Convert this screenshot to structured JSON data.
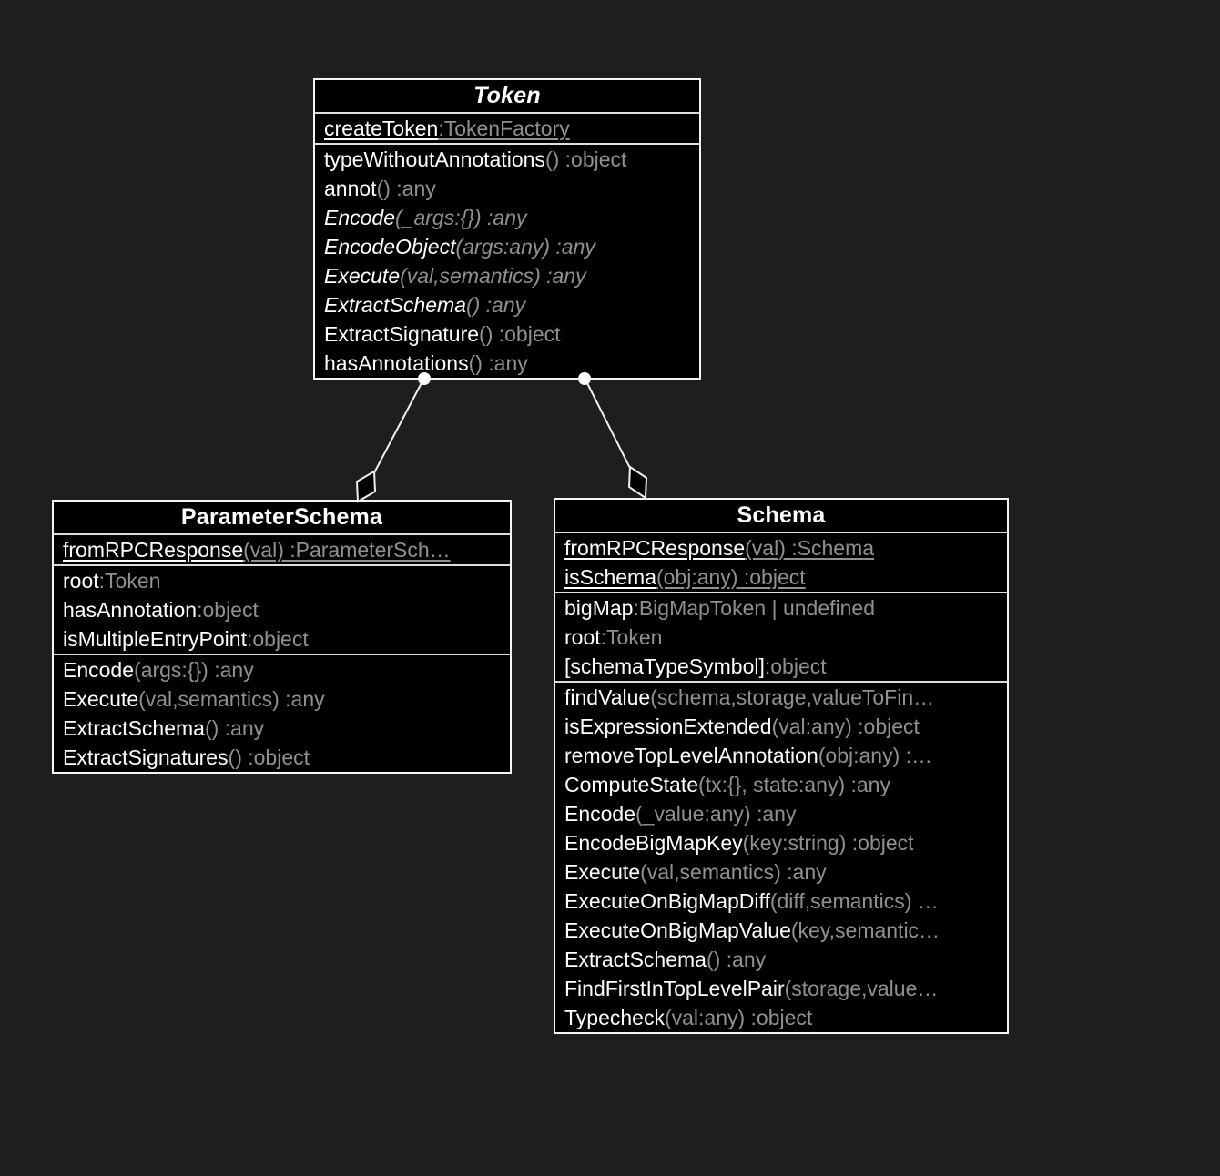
{
  "colors": {
    "background": "#1e1e1e",
    "box_fill": "#000000",
    "box_border": "#f5f5f5",
    "separator": "#dcdcdc",
    "name_text": "#ffffff",
    "type_text": "#909090"
  },
  "diagram": {
    "type": "uml-class-diagram",
    "relations": [
      {
        "from": "Token",
        "to": "ParameterSchema",
        "kind": "aggregation"
      },
      {
        "from": "Token",
        "to": "Schema",
        "kind": "aggregation"
      }
    ]
  },
  "classes": {
    "token": {
      "title": "Token",
      "stereotype": "abstract",
      "statics": [
        {
          "name": "createToken",
          "rest": " :TokenFactory"
        }
      ],
      "members": [
        {
          "name": "typeWithoutAnnotations",
          "rest": "() :object"
        },
        {
          "name": "annot",
          "rest": "() :any"
        },
        {
          "name": "Encode",
          "rest": "(_args:{}) :any"
        },
        {
          "name": "EncodeObject",
          "rest": "(args:any) :any"
        },
        {
          "name": "Execute",
          "rest": "(val,semantics) :any"
        },
        {
          "name": "ExtractSchema",
          "rest": "() :any"
        },
        {
          "name": "ExtractSignature",
          "rest": "() :object"
        },
        {
          "name": "hasAnnotations",
          "rest": "() :any"
        }
      ]
    },
    "parameterSchema": {
      "title": "ParameterSchema",
      "statics": [
        {
          "name": "fromRPCResponse",
          "rest": "(val) :ParameterSch…"
        }
      ],
      "attributes": [
        {
          "name": "root",
          "rest": " :Token"
        },
        {
          "name": "hasAnnotation",
          "rest": " :object"
        },
        {
          "name": "isMultipleEntryPoint",
          "rest": " :object"
        }
      ],
      "methods": [
        {
          "name": "Encode",
          "rest": "(args:{}) :any"
        },
        {
          "name": "Execute",
          "rest": "(val,semantics) :any"
        },
        {
          "name": "ExtractSchema",
          "rest": "() :any"
        },
        {
          "name": "ExtractSignatures",
          "rest": "() :object"
        }
      ]
    },
    "schema": {
      "title": "Schema",
      "statics": [
        {
          "name": "fromRPCResponse",
          "rest": "(val) :Schema"
        },
        {
          "name": "isSchema",
          "rest": "(obj:any) :object"
        }
      ],
      "attributes": [
        {
          "name": "bigMap",
          "rest": " :BigMapToken | undefined"
        },
        {
          "name": "root",
          "rest": " :Token"
        },
        {
          "name": "[schemaTypeSymbol]",
          "rest": " :object"
        }
      ],
      "methods": [
        {
          "name": "findValue",
          "rest": "(schema,storage,valueToFin…"
        },
        {
          "name": "isExpressionExtended",
          "rest": "(val:any) :object"
        },
        {
          "name": "removeTopLevelAnnotation",
          "rest": "(obj:any) :…"
        },
        {
          "name": "ComputeState",
          "rest": "(tx:{}, state:any) :any"
        },
        {
          "name": "Encode",
          "rest": "(_value:any) :any"
        },
        {
          "name": "EncodeBigMapKey",
          "rest": "(key:string) :object"
        },
        {
          "name": "Execute",
          "rest": "(val,semantics) :any"
        },
        {
          "name": "ExecuteOnBigMapDiff",
          "rest": "(diff,semantics) …"
        },
        {
          "name": "ExecuteOnBigMapValue",
          "rest": "(key,semantic…"
        },
        {
          "name": "ExtractSchema",
          "rest": "() :any"
        },
        {
          "name": "FindFirstInTopLevelPair",
          "rest": "(storage,value…"
        },
        {
          "name": "Typecheck",
          "rest": "(val:any) :object"
        }
      ]
    }
  }
}
